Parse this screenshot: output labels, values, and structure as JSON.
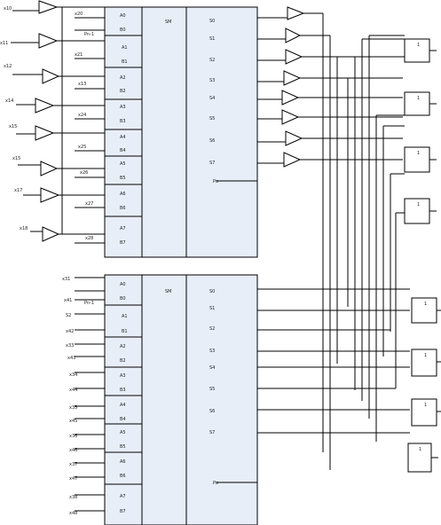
{
  "upper": {
    "pin_labels": [
      "A0",
      "B0",
      "A1",
      "B1",
      "A2",
      "B2",
      "A3",
      "B3",
      "A4",
      "B4",
      "A5",
      "B5",
      "A6",
      "B6",
      "A7",
      "B7"
    ],
    "sm_label": "SM",
    "out_labels": [
      "S0",
      "S1",
      "S2",
      "S3",
      "S4",
      "S5",
      "S6",
      "S7"
    ],
    "po_label": "Po",
    "input_labels": [
      "x10",
      "x11",
      "x12",
      "x14",
      "x15",
      "x15",
      "x17",
      "x18"
    ],
    "b_input_labels": [
      "x20",
      "Pn-1",
      "x21",
      "x13",
      "x24",
      "x25",
      "x26",
      "x27",
      "x28"
    ]
  },
  "lower": {
    "pin_labels": [
      "A0",
      "B0",
      "A1",
      "B1",
      "A2",
      "B2",
      "A3",
      "B3",
      "A4",
      "B4",
      "A5",
      "B5",
      "A6",
      "B6",
      "A7",
      "B7"
    ],
    "sm_label": "SM",
    "out_labels": [
      "S0",
      "S1",
      "S2",
      "S3",
      "S4",
      "S5",
      "S6",
      "S7"
    ],
    "po_label": "Po",
    "input_labels": [
      "x31",
      "x41",
      "Pn-1",
      "S2",
      "x42",
      "x33",
      "x43",
      "x34",
      "x44",
      "x35",
      "x45",
      "x36",
      "x46",
      "x37",
      "x47",
      "x38",
      "x48"
    ]
  },
  "gate_label": "1"
}
